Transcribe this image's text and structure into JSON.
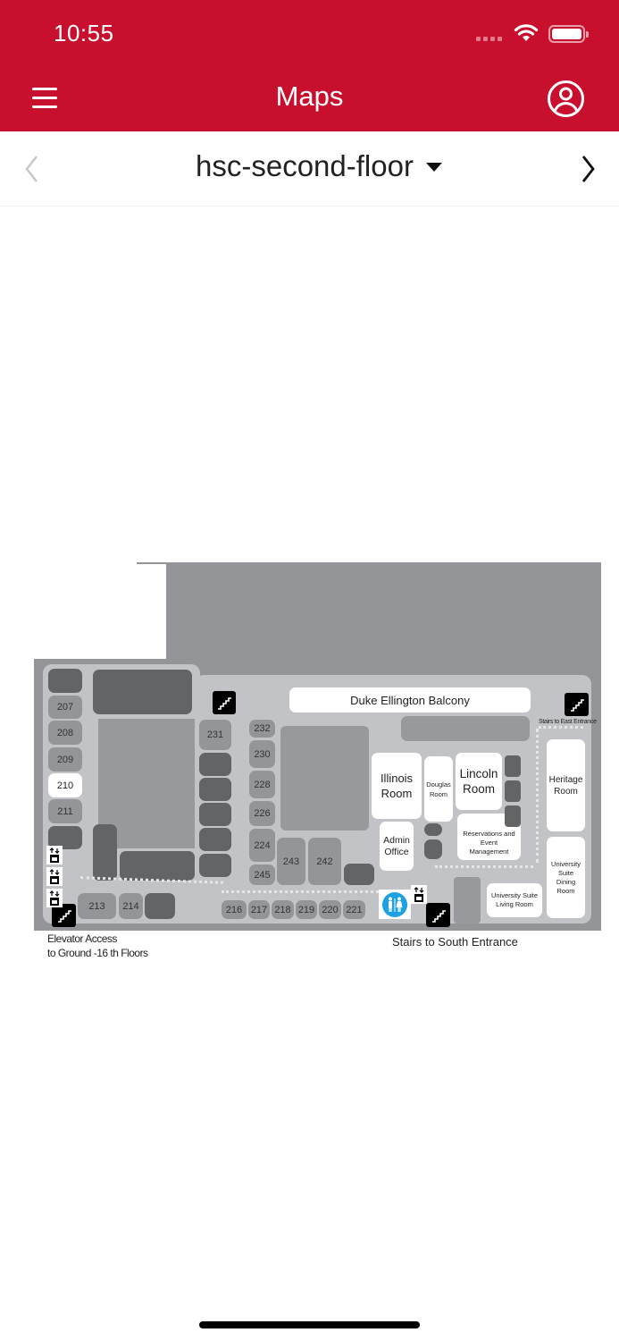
{
  "status_bar": {
    "time": "10:55"
  },
  "header": {
    "title": "Maps",
    "menu_icon": "hamburger-icon",
    "profile_icon": "user-circle-icon",
    "background_color": "#c8102e"
  },
  "floor_selector": {
    "selected": "hsc-second-floor",
    "prev_icon": "chevron-left-icon",
    "next_icon": "chevron-right-icon",
    "dropdown_icon": "caret-down-icon",
    "prev_enabled": false,
    "next_enabled": true
  },
  "map": {
    "rooms_left_column": [
      "207",
      "208",
      "209",
      "210",
      "211"
    ],
    "selected_room": "210",
    "rooms_bottom_left": [
      "213",
      "214"
    ],
    "room_231": "231",
    "rooms_center_column": [
      "232",
      "230",
      "228",
      "226",
      "224",
      "245"
    ],
    "rooms_center_bottom": [
      "243",
      "242"
    ],
    "rooms_bottom_row": [
      "216",
      "217",
      "218",
      "219",
      "220",
      "221"
    ],
    "named_rooms": {
      "balcony": "Duke Ellington Balcony",
      "illinois": "Illinois Room",
      "douglas": "Douglas Room",
      "lincoln": "Lincoln Room",
      "admin": "Admin Office",
      "reservations": "Reservations and Event Management",
      "heritage": "Heritage Room",
      "dining": "University Suite Dining Room",
      "living": "University Suite Living Room"
    },
    "labels": {
      "elevator": "Elevator Access to Ground -16 th Floors",
      "elevator_line1": "Elevator Access",
      "elevator_line2": "to Ground -16 th Floors",
      "stairs_south": "Stairs to South Entrance",
      "stairs_east": "Stairs to East Entrance"
    },
    "icons": [
      "stairs-icon",
      "elevator-icon",
      "restroom-icon"
    ],
    "restroom_color": "#1da1e0"
  }
}
